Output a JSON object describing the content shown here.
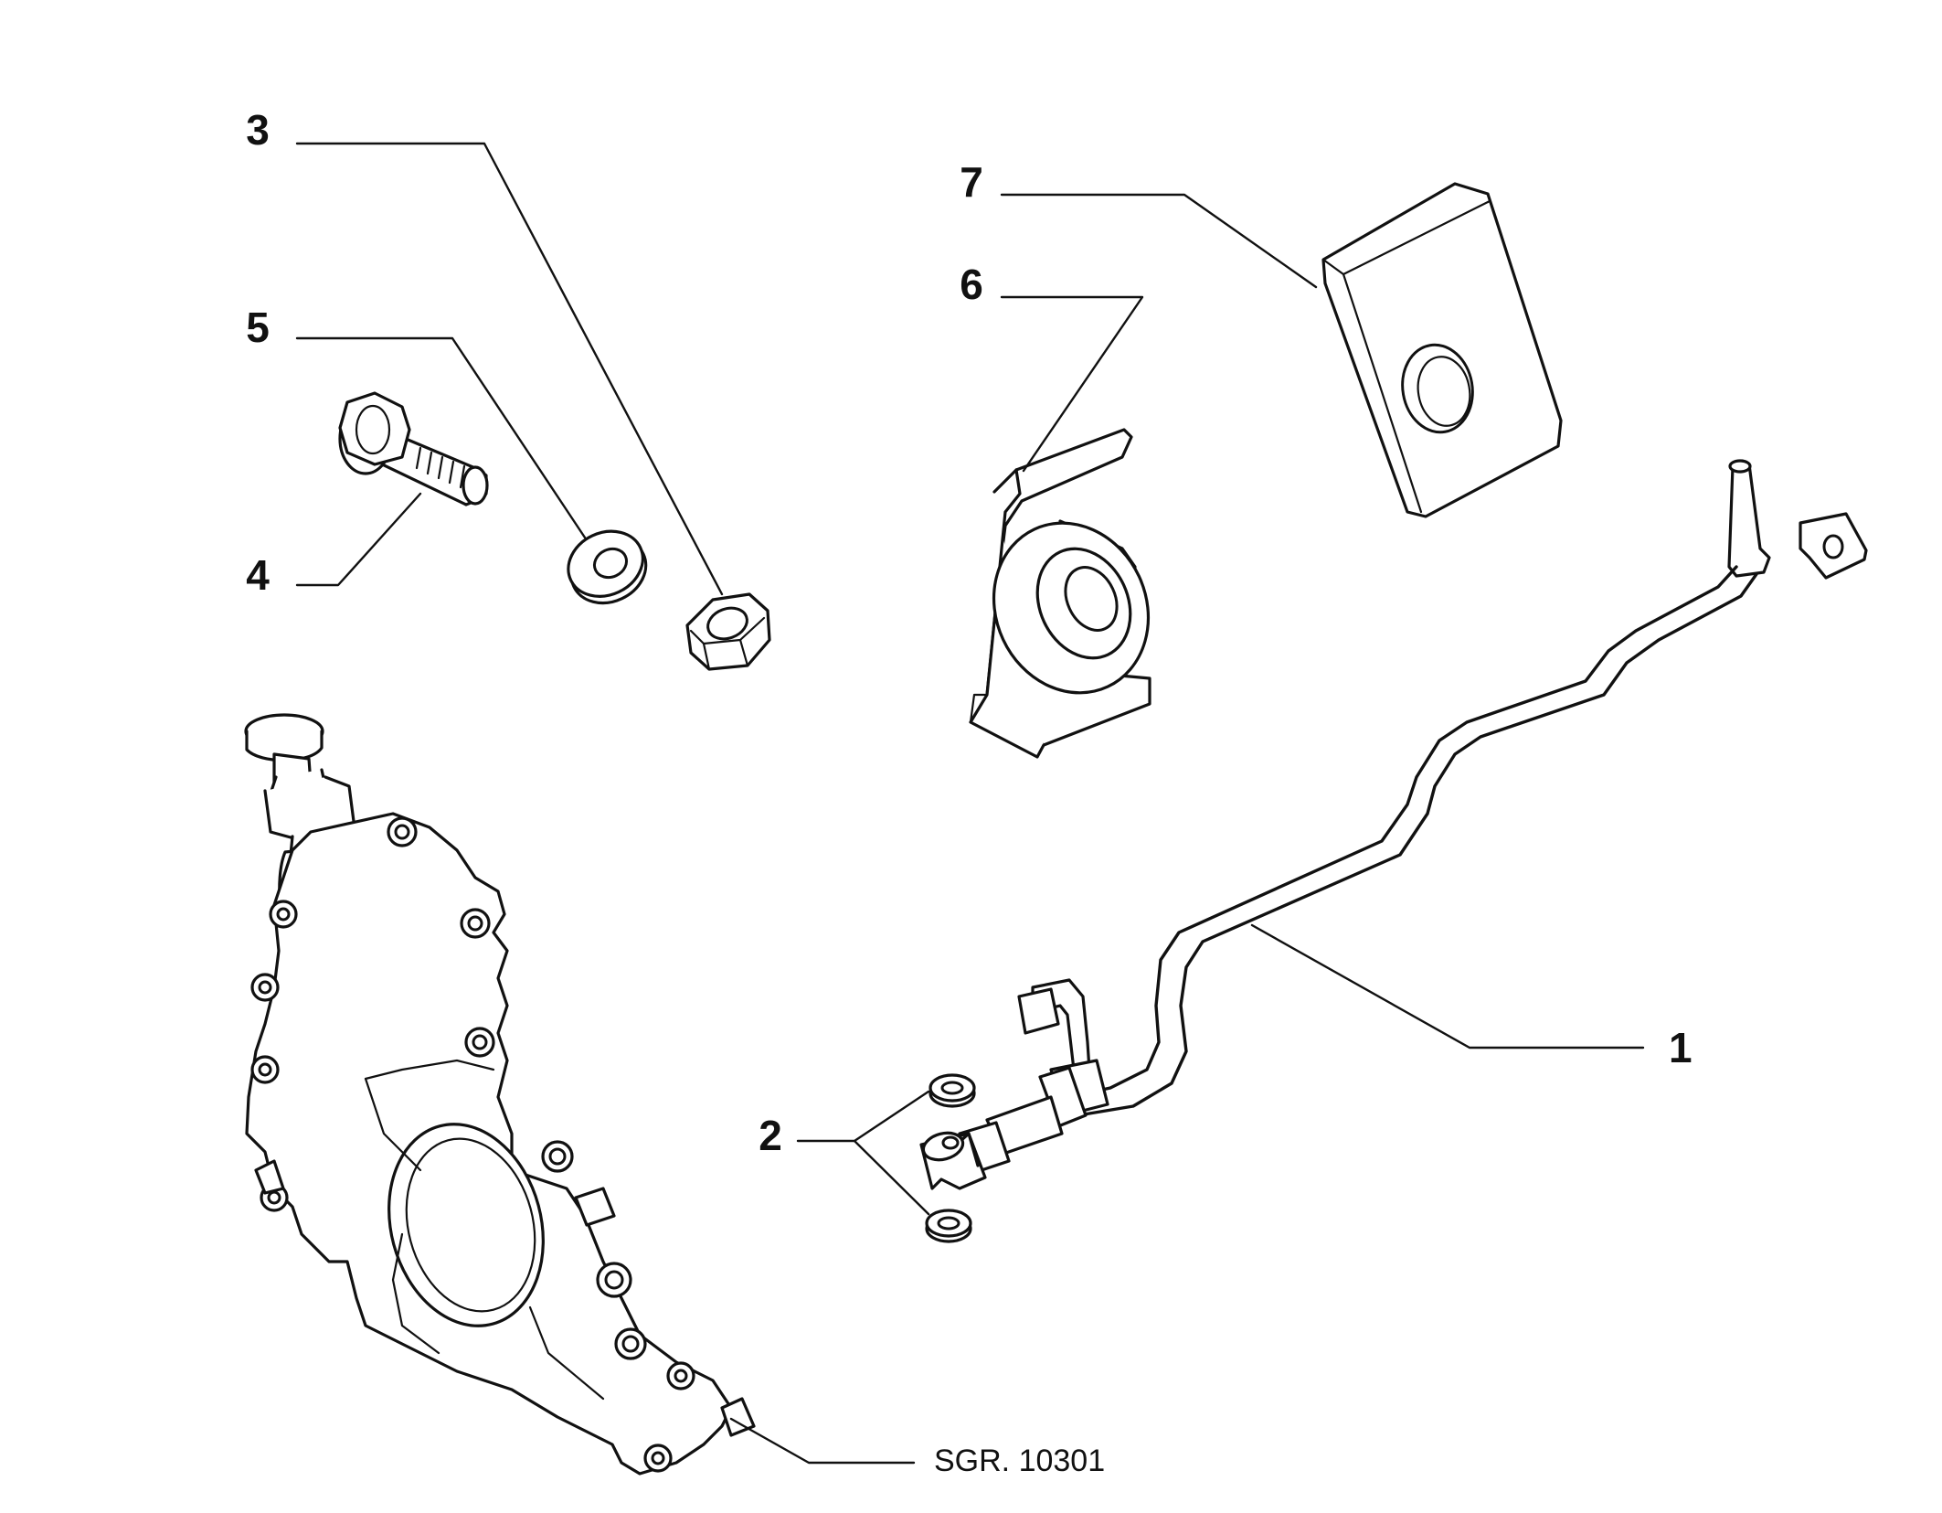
{
  "callouts": [
    {
      "id": "1",
      "label": "1"
    },
    {
      "id": "2",
      "label": "2"
    },
    {
      "id": "3",
      "label": "3"
    },
    {
      "id": "4",
      "label": "4"
    },
    {
      "id": "5",
      "label": "5"
    },
    {
      "id": "6",
      "label": "6"
    },
    {
      "id": "7",
      "label": "7"
    }
  ],
  "reference": {
    "label": "SGR. 10301"
  }
}
